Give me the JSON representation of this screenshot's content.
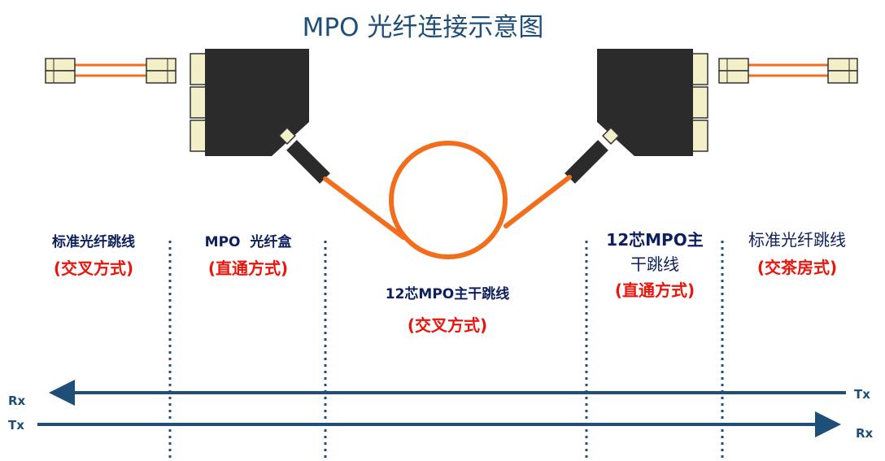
{
  "title": "MPO 光纤连接示意图",
  "colors": {
    "fiber": "#f26e1d",
    "connector": "#2b2b2b",
    "ferrule": "#f3efc8",
    "signal_line": "#1f4e79",
    "divider": "#1f4e79",
    "label_text": "#0d1f5c",
    "mode_text": "#e8160c"
  },
  "segments": [
    {
      "label": "标准光纤跳线",
      "mode": "(交叉方式)"
    },
    {
      "label": "MPO  光纤盒",
      "mode": "(直通方式)"
    },
    {
      "label": "12芯MPO主干跳线",
      "mode": "(交叉方式)"
    },
    {
      "label_line1": "12芯MPO主",
      "label_line2": "干跳线",
      "mode": "(直通方式)"
    },
    {
      "label": "标准光纤跳线",
      "mode": "(交茶房式)"
    }
  ],
  "signals": {
    "top_left": "Rx",
    "bottom_left": "Tx",
    "top_right": "Tx",
    "bottom_right": "Rx"
  }
}
